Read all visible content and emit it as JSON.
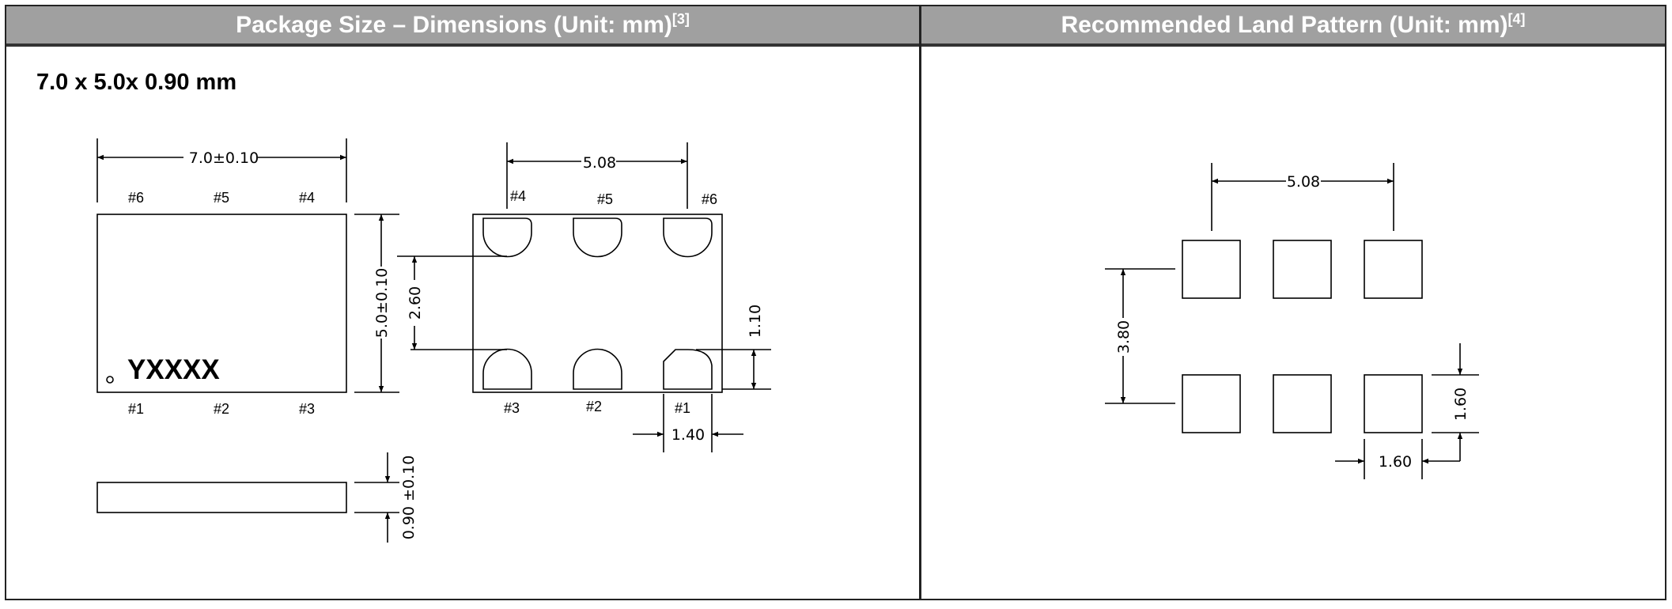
{
  "headers": {
    "left": "Package Size – Dimensions (Unit: mm)",
    "left_ref": "[3]",
    "right": "Recommended Land Pattern (Unit: mm)",
    "right_ref": "[4]"
  },
  "package": {
    "size_label": "7.0 x 5.0x 0.90 mm",
    "marking": "YXXXX",
    "top_view": {
      "width_dim": "7.0±0.10",
      "height_dim": "5.0±0.10",
      "pins_top": [
        "#6",
        "#5",
        "#4"
      ],
      "pins_bottom": [
        "#1",
        "#2",
        "#3"
      ]
    },
    "bottom_view": {
      "pitch_dim": "5.08",
      "row_spacing_dim": "2.60",
      "pad_height_dim": "1.10",
      "pad_width_dim": "1.40",
      "pins_top": [
        "#4",
        "#5",
        "#6"
      ],
      "pins_bottom": [
        "#3",
        "#2",
        "#1"
      ]
    },
    "side_view": {
      "thickness_dim": "0.90 ±0.10"
    }
  },
  "land_pattern": {
    "pitch_dim": "5.08",
    "row_spacing_dim": "3.80",
    "pad_width_dim": "1.60",
    "pad_height_dim": "1.60"
  },
  "colors": {
    "header_bg": "#a0a0a0",
    "header_text": "#ffffff",
    "line": "#000000"
  }
}
